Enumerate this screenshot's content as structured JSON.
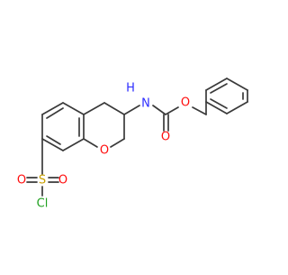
{
  "molecule": {
    "atom_labels": {
      "nitrogen": "N",
      "hydrogen_on_n": "H",
      "carbamate_ester_oxygen": "O",
      "carbonyl_oxygen": "O",
      "ring_oxygen": "O",
      "sulfur": "S",
      "sulfonyl_oxygen_left": "O",
      "sulfonyl_oxygen_right": "O",
      "chlorine": "Cl"
    }
  },
  "colors": {
    "bond": "#3a3a3a",
    "carbon_text": "#3a3a3a",
    "nitrogen": "#2d2dff",
    "oxygen": "#ff0d0d",
    "sulfur": "#c8a000",
    "chlorine": "#1fa01f"
  }
}
